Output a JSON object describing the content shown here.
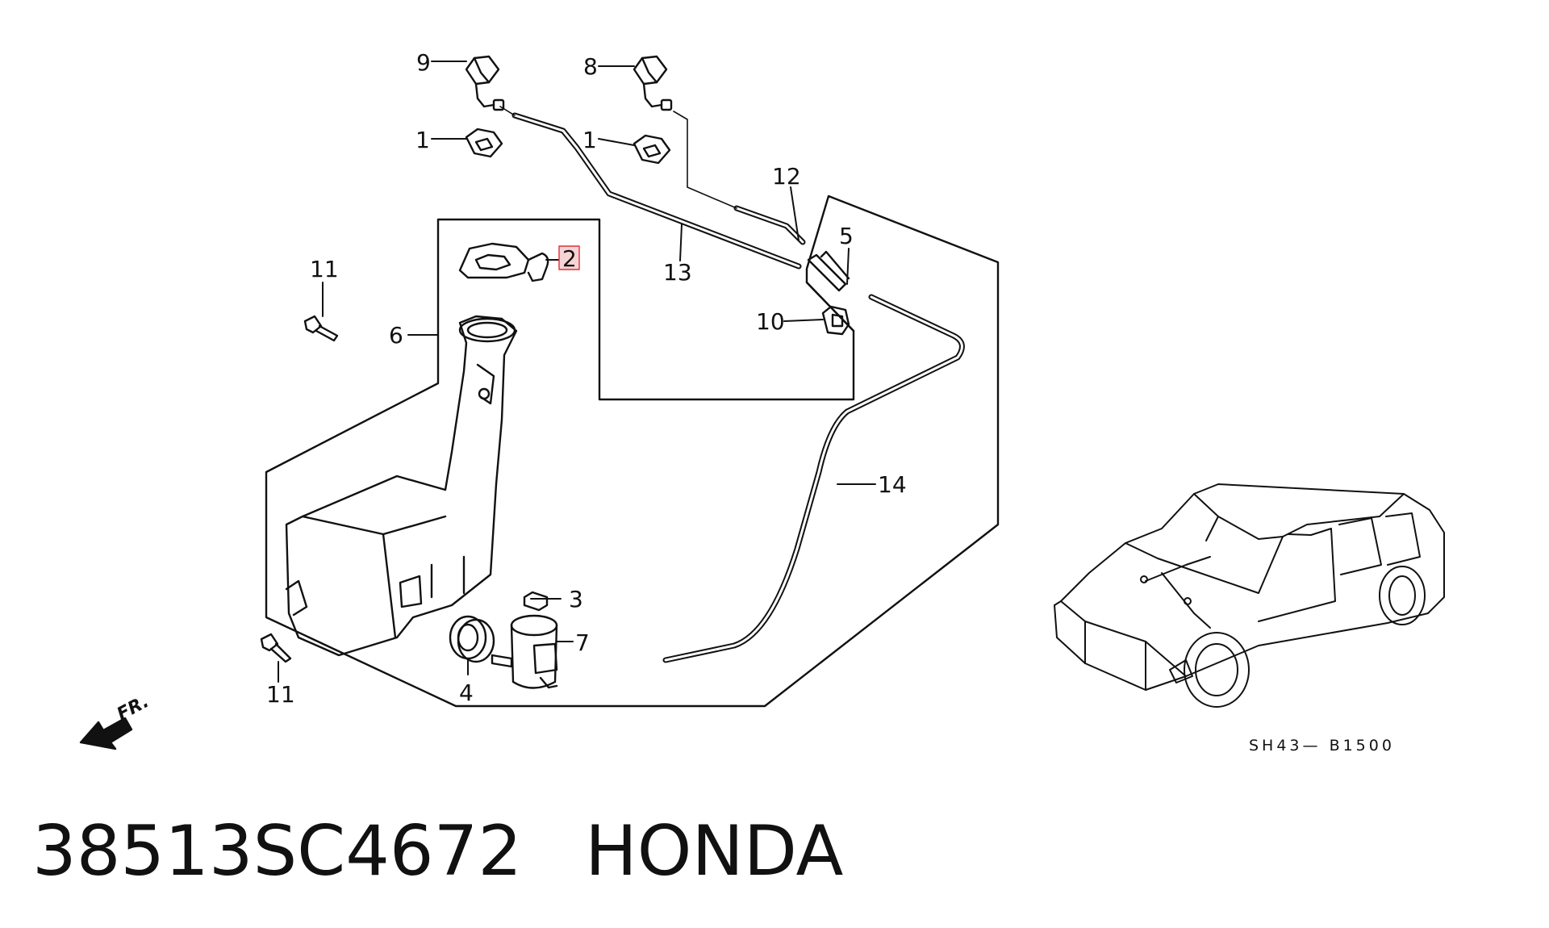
{
  "diagram": {
    "callouts": {
      "n1a": "1",
      "n1b": "1",
      "n2": "2",
      "n3": "3",
      "n4": "4",
      "n5": "5",
      "n6": "6",
      "n7": "7",
      "n8": "8",
      "n9": "9",
      "n10": "10",
      "n11a": "11",
      "n11b": "11",
      "n12": "12",
      "n13": "13",
      "n14": "14"
    },
    "direction_label": "FR.",
    "diagram_code": "SH43— B1500",
    "highlight_color": "#e0303a"
  },
  "footer": {
    "part_number": "38513SC4672",
    "brand": "HONDA"
  }
}
